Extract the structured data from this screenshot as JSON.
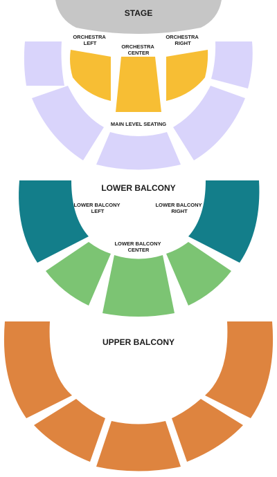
{
  "colors": {
    "stage": "#c6c6c6",
    "main_level": "#d9d4fb",
    "orchestra": "#f7be34",
    "lower_balcony_side": "#137e8a",
    "lower_balcony_center": "#7cc473",
    "upper_balcony": "#de843f"
  },
  "stage": {
    "label": "STAGE"
  },
  "main_level": {
    "label": "MAIN LEVEL SEATING",
    "orchestra_left": [
      "ORCHESTRA",
      "LEFT"
    ],
    "orchestra_center": [
      "ORCHESTRA",
      "CENTER"
    ],
    "orchestra_right": [
      "ORCHESTRA",
      "RIGHT"
    ]
  },
  "lower_balcony": {
    "label": "LOWER BALCONY",
    "left": [
      "LOWER BALCONY",
      "LEFT"
    ],
    "right": [
      "LOWER BALCONY",
      "RIGHT"
    ],
    "center": [
      "LOWER BALCONY",
      "CENTER"
    ]
  },
  "upper_balcony": {
    "label": "UPPER BALCONY"
  }
}
